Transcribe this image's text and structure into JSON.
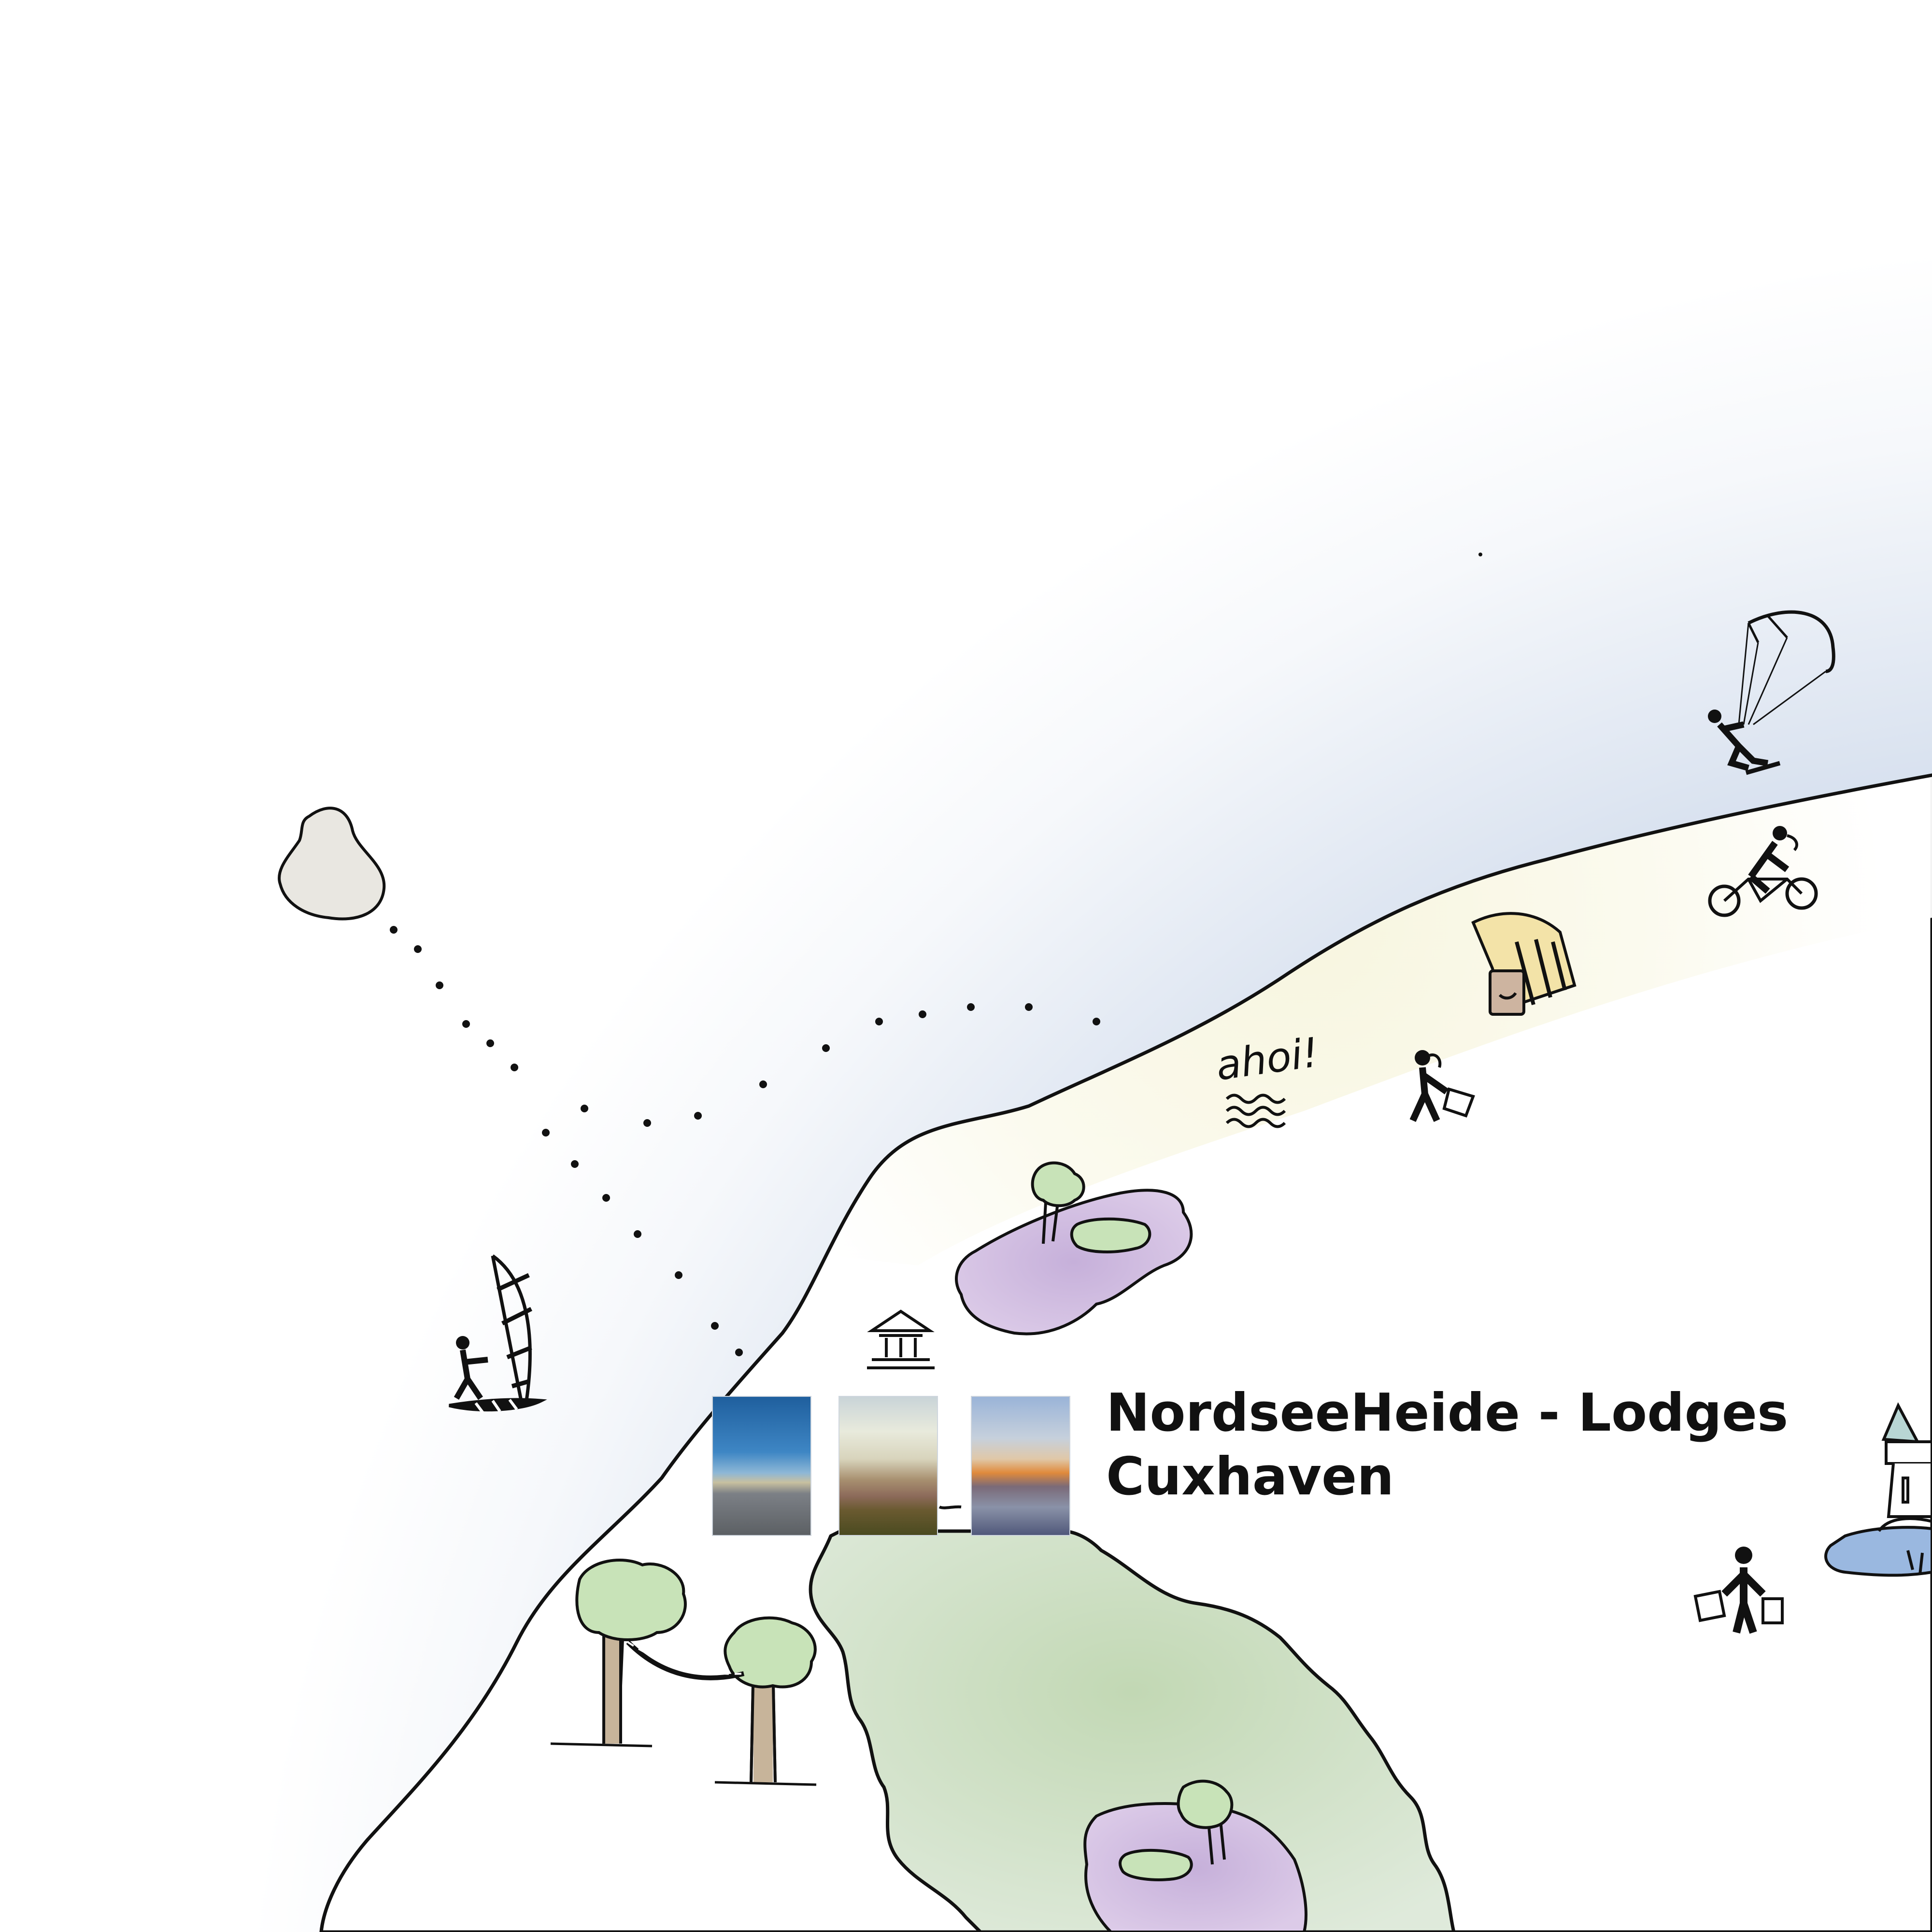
{
  "map": {
    "place_name_line1": "NordseeHeide - Lodges",
    "place_name_line2": "Cuxhaven",
    "sign_text": "ahoi!",
    "colors": {
      "sea_deep": "#b9cae3",
      "sea_light": "#ffffff",
      "beach": "#f7f5dd",
      "land": "#ffffff",
      "forest": "#cfe0c4",
      "heath": "#cfb6df",
      "tree_crown": "#c8e3b8",
      "tree_trunk": "#c7b49a",
      "lake": "#9ab8e0",
      "outline": "#111111"
    },
    "icons": [
      "island-icon",
      "windsurfer-icon",
      "kitesurfer-icon",
      "cyclist-icon",
      "beach-chair-icon",
      "walking-person-icon",
      "museum-icon",
      "shopping-person-icon",
      "lighthouse-icon",
      "tree-icon",
      "hammock-icon"
    ],
    "photos": [
      {
        "name": "photo-sea-blue"
      },
      {
        "name": "photo-dune-beach"
      },
      {
        "name": "photo-sunset"
      }
    ]
  }
}
